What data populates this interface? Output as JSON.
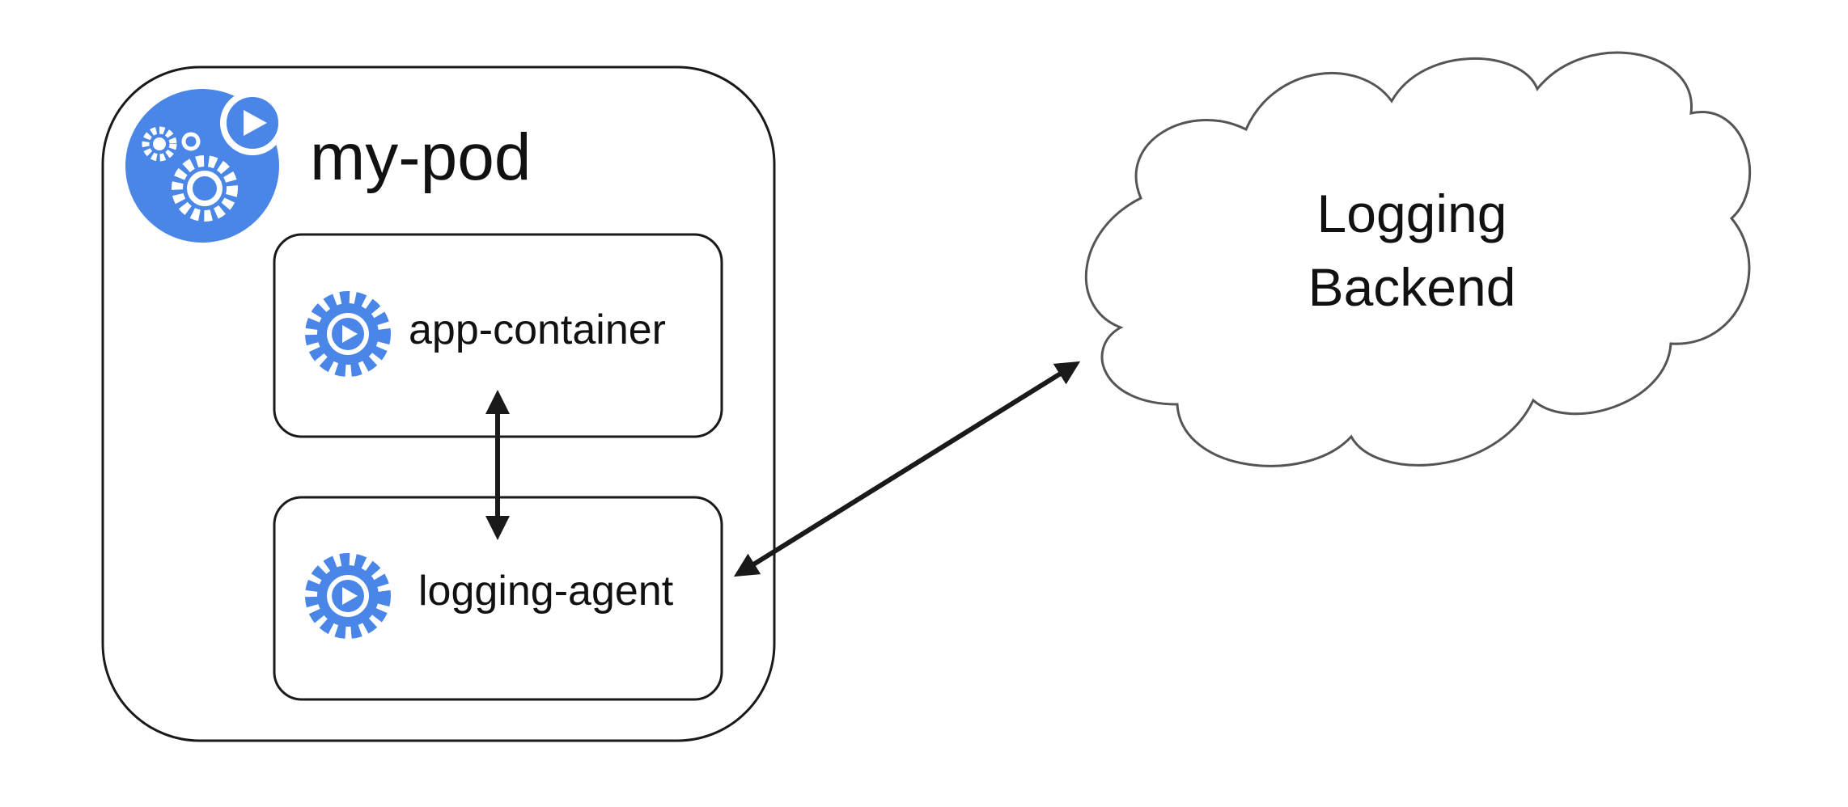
{
  "pod": {
    "name": "my-pod",
    "icon": "pod-gears-icon"
  },
  "containers": [
    {
      "name": "app-container",
      "icon": "container-gear-icon"
    },
    {
      "name": "logging-agent",
      "icon": "container-gear-icon"
    }
  ],
  "backend": {
    "line1": "Logging",
    "line2": "Backend"
  },
  "colors": {
    "icon_blue": "#4A86E8",
    "stroke": "#1a1a1a",
    "background": "#ffffff"
  }
}
